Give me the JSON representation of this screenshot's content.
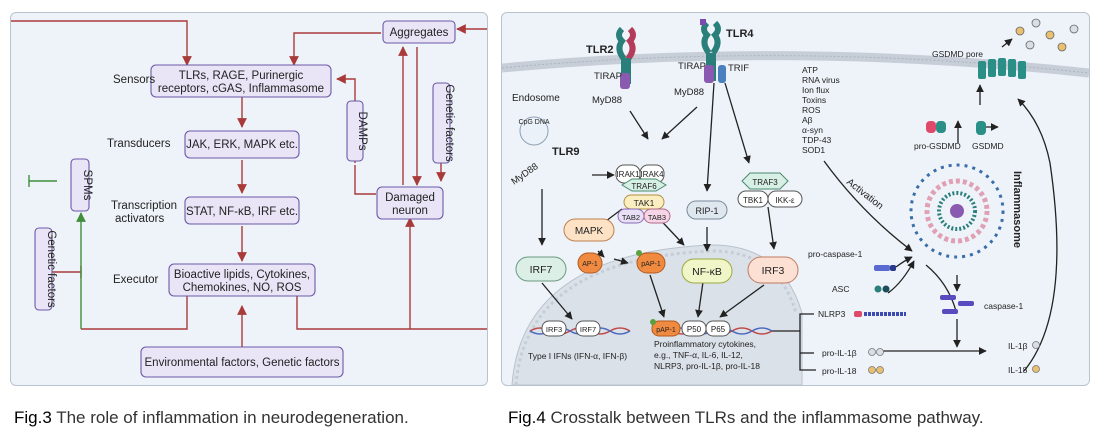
{
  "fig3": {
    "caption_fig": "Fig.3",
    "caption_text": "The role of inflammation in neurodegeneration.",
    "aggregates": "Aggregates",
    "sensors_label": "Sensors",
    "sensors_box": [
      "TLRs, RAGE, Purinergic",
      "receptors, cGAS, Inflammasome"
    ],
    "transducers_label": "Transducers",
    "transducers_box": "JAK, ERK, MAPK etc.",
    "activators_label": [
      "Transcription",
      "activators"
    ],
    "activators_box": "STAT, NF-κB, IRF etc.",
    "executor_label": "Executor",
    "executor_box": [
      "Bioactive lipids, Cytokines,",
      "Chemokines, NO, ROS"
    ],
    "environment_box": "Environmental factors, Genetic factors",
    "damaged_neuron": [
      "Damaged",
      "neuron"
    ],
    "damps": "DAMPs",
    "genetic_factors_right": "Genetic factors",
    "spms": "SPMs",
    "genetic_factors_left": "Genetic factors"
  },
  "fig4": {
    "caption_fig": "Fig.4",
    "caption_text": "Crosstalk between TLRs and the inflammasome pathway.",
    "tlr2": "TLR2",
    "tlr4": "TLR4",
    "tirap_left": "TIRAP",
    "myd88_left": "MyD88",
    "tirap_right": "TIRAP",
    "trif": "TRIF",
    "myd88_right": "MyD88",
    "endosome": "Endosome",
    "cpg_dna": "CpG DNA",
    "tlr9": "TLR9",
    "myd88_endo": "MyD88",
    "irak1": "IRAK1",
    "irak4": "IRAK4",
    "traf6": "TRAF6",
    "tak1": "TAK1",
    "tab2": "TAB2",
    "tab3": "TAB3",
    "traf3": "TRAF3",
    "tbk1": "TBK1",
    "ikke": "IKK-ε",
    "mapk": "MAPK",
    "rip1": "RIP-1",
    "irf7": "IRF7",
    "ap1": "AP-1",
    "pap1": "pAP-1",
    "nfkb": "NF-κB",
    "irf3": "IRF3",
    "nuc_irf3": "IRF3",
    "nuc_irf7": "IRF7",
    "nuc_pap1": "pAP-1",
    "p50": "P50",
    "p65": "P65",
    "type1_ifns": "Type I IFNs (IFN-α, IFN-β)",
    "proinflammatory": [
      "Proinflammatory cytokines,",
      "e.g., TNF-α, IL-6, IL-12,",
      "NLRP3, pro-IL-1β, pro-IL-18"
    ],
    "triggers": [
      "ATP",
      "RNA virus",
      "Ion flux",
      "Toxins",
      "ROS",
      "Aβ",
      "α-syn",
      "TDP-43",
      "SOD1"
    ],
    "activation": "Activation",
    "gsdmd_pore": "GSDMD pore",
    "pro_gsdmd": "pro-GSDMD",
    "gsdmd": "GSDMD",
    "inflammasome": "Inflammasome",
    "pro_caspase1": "pro-caspase-1",
    "asc": "ASC",
    "nlrp3": "NLRP3",
    "caspase1": "caspase-1",
    "pro_il1b": "pro-IL-1β",
    "pro_il18": "pro-IL-18",
    "il1b": "IL-1β",
    "il18": "IL-18"
  }
}
